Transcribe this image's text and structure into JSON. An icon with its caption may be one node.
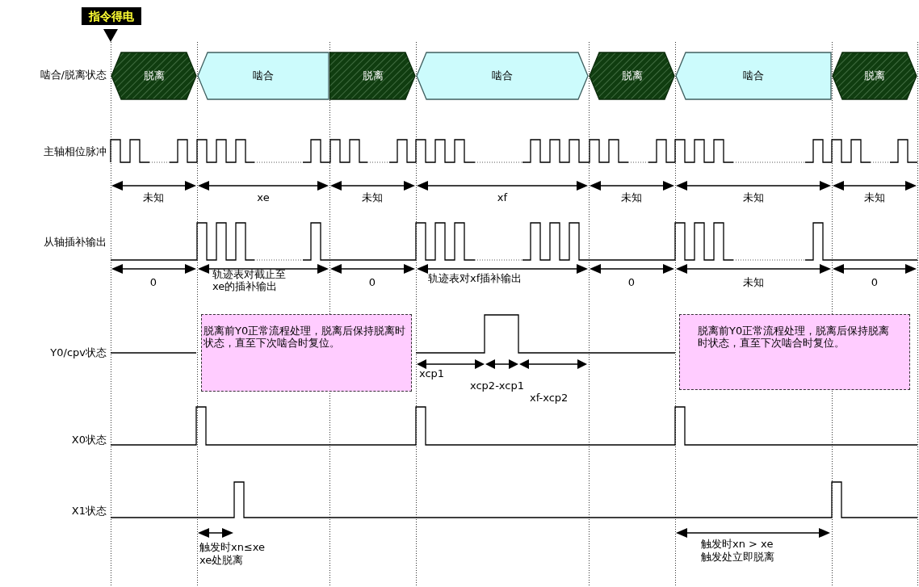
{
  "diagram": {
    "nodes": [
      {
        "text": [
          "指令得电"
        ]
      },
      {
        "text": [
          "脱离"
        ]
      },
      {
        "text": [
          "啮合"
        ]
      },
      {
        "text": [
          "脱离"
        ]
      },
      {
        "text": [
          "啮合"
        ]
      },
      {
        "text": [
          "脱离"
        ]
      },
      {
        "text": [
          "啮合"
        ]
      },
      {
        "text": [
          "脱离"
        ]
      },
      {
        "text": [
          "脱离前Y0正常流程处理，脱离后保持脱离时状态，直至下次啮合时复位。"
        ]
      },
      {
        "text": [
          "脱离前Y0正常流程处理，脱离后保持脱离时状态，直至下次啮合时复位。"
        ]
      }
    ],
    "labels": [
      "啮合/脱离状态",
      "主轴相位脉冲",
      "未知",
      "xe",
      "未知",
      "xf",
      "未知",
      "未知",
      "未知",
      "从轴插补输出",
      "0",
      "轨迹表对截止至xe的插补输出",
      "0",
      "轨迹表对xf插补输出",
      "0",
      "未知",
      "0",
      "Y0/cpv状态",
      "xcp1",
      "xcp2-xcp1",
      "xf-xcp2",
      "X0状态",
      "X1状态",
      "触发时xn≤xe",
      "xe处脱离",
      "触发时xn > xe",
      "触发处立即脱离"
    ]
  }
}
